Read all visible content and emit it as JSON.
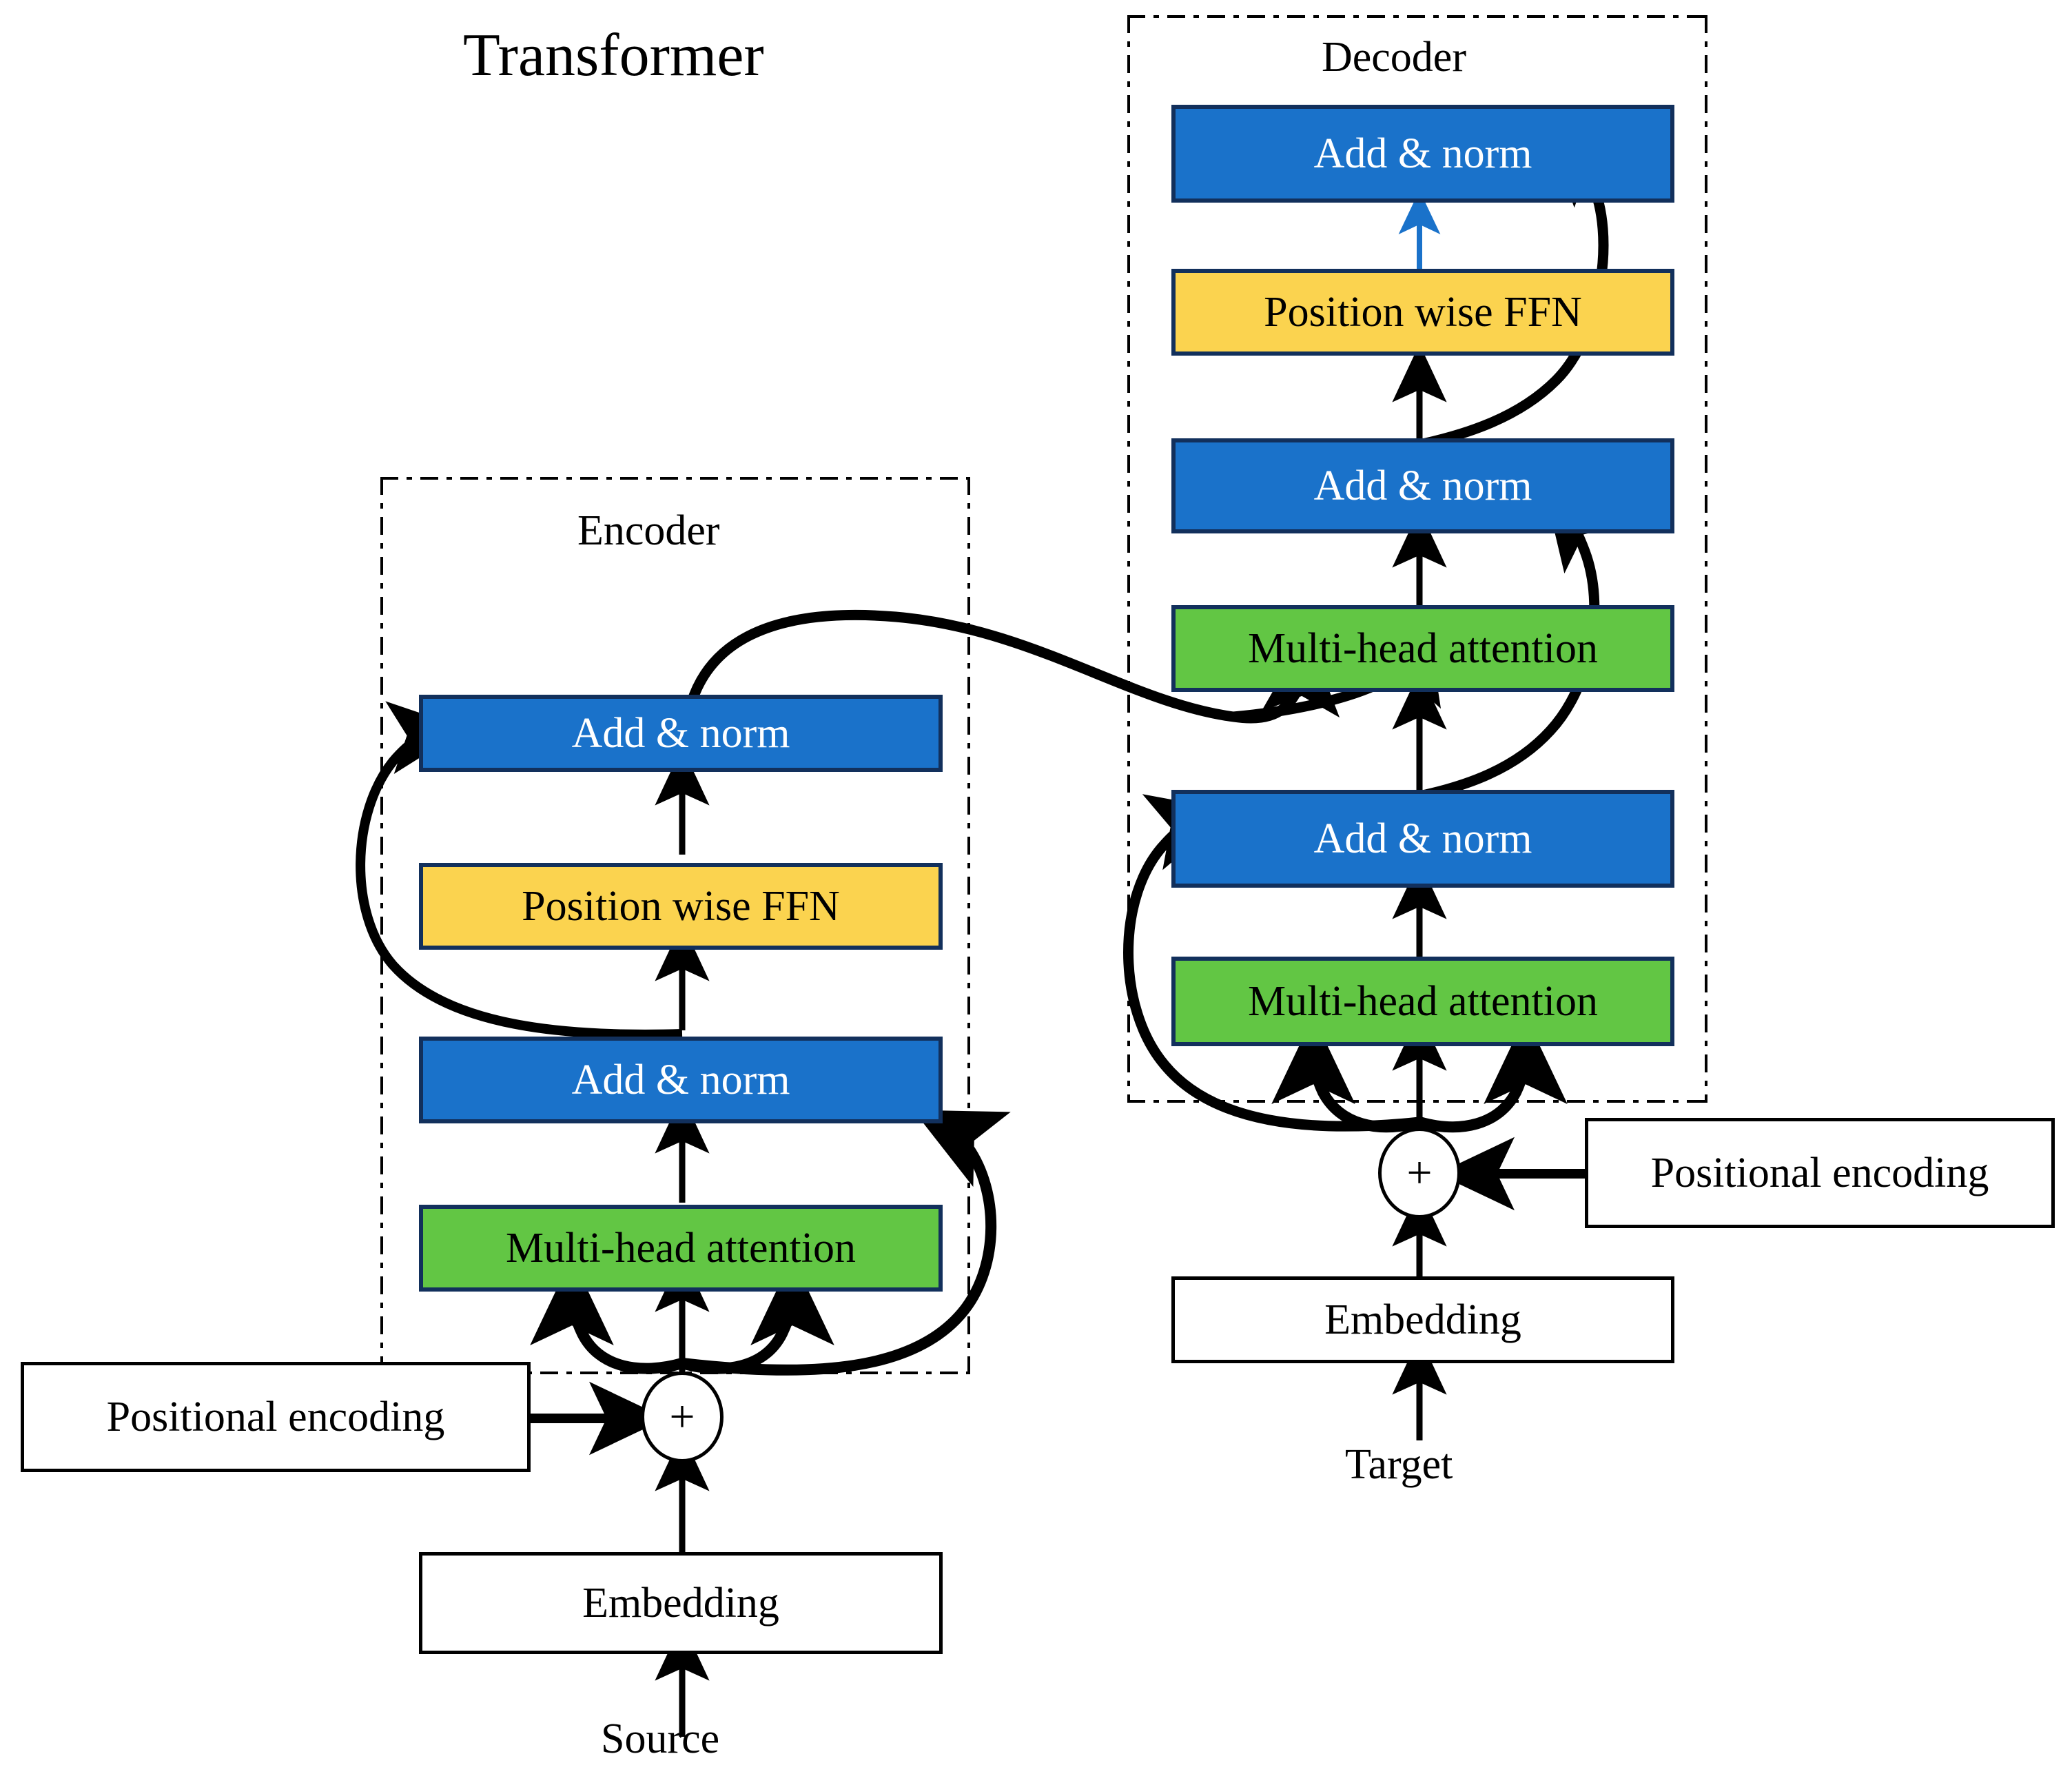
{
  "diagram": {
    "title": "Transformer",
    "groups": [
      {
        "id": "encoder",
        "label": "Encoder"
      },
      {
        "id": "decoder",
        "label": "Decoder"
      }
    ],
    "encoder": {
      "label": "Encoder",
      "blocks": [
        {
          "id": "enc-add-norm-2",
          "label": "Add & norm",
          "color": "#1a72ca",
          "text_color": "#ffffff"
        },
        {
          "id": "enc-ffn",
          "label": "Position wise FFN",
          "color": "#fbd34f",
          "text_color": "#000000"
        },
        {
          "id": "enc-add-norm-1",
          "label": "Add & norm",
          "color": "#1a72ca",
          "text_color": "#ffffff"
        },
        {
          "id": "enc-mha",
          "label": "Multi-head attention",
          "color": "#62c644",
          "text_color": "#000000"
        }
      ],
      "positional_encoding": "Positional encoding",
      "sum_symbol": "+",
      "embedding": "Embedding",
      "input_label": "Source"
    },
    "decoder": {
      "label": "Decoder",
      "blocks": [
        {
          "id": "dec-add-norm-3",
          "label": "Add & norm",
          "color": "#1a72ca",
          "text_color": "#ffffff"
        },
        {
          "id": "dec-ffn",
          "label": "Position wise FFN",
          "color": "#fbd34f",
          "text_color": "#000000"
        },
        {
          "id": "dec-add-norm-2",
          "label": "Add & norm",
          "color": "#1a72ca",
          "text_color": "#ffffff"
        },
        {
          "id": "dec-mha-cross",
          "label": "Multi-head attention",
          "color": "#62c644",
          "text_color": "#000000"
        },
        {
          "id": "dec-add-norm-1",
          "label": "Add & norm",
          "color": "#1a72ca",
          "text_color": "#ffffff"
        },
        {
          "id": "dec-mha-self",
          "label": "Multi-head attention",
          "color": "#62c644",
          "text_color": "#000000"
        }
      ],
      "positional_encoding": "Positional encoding",
      "sum_symbol": "+",
      "embedding": "Embedding",
      "input_label": "Target"
    },
    "colors": {
      "add_norm": "#1a72ca",
      "attention": "#62c644",
      "ffn": "#fbd34f",
      "block_border": "#12305c",
      "arrow": "#000000",
      "highlight_arrow": "#1a72ca",
      "background": "#ffffff"
    }
  }
}
